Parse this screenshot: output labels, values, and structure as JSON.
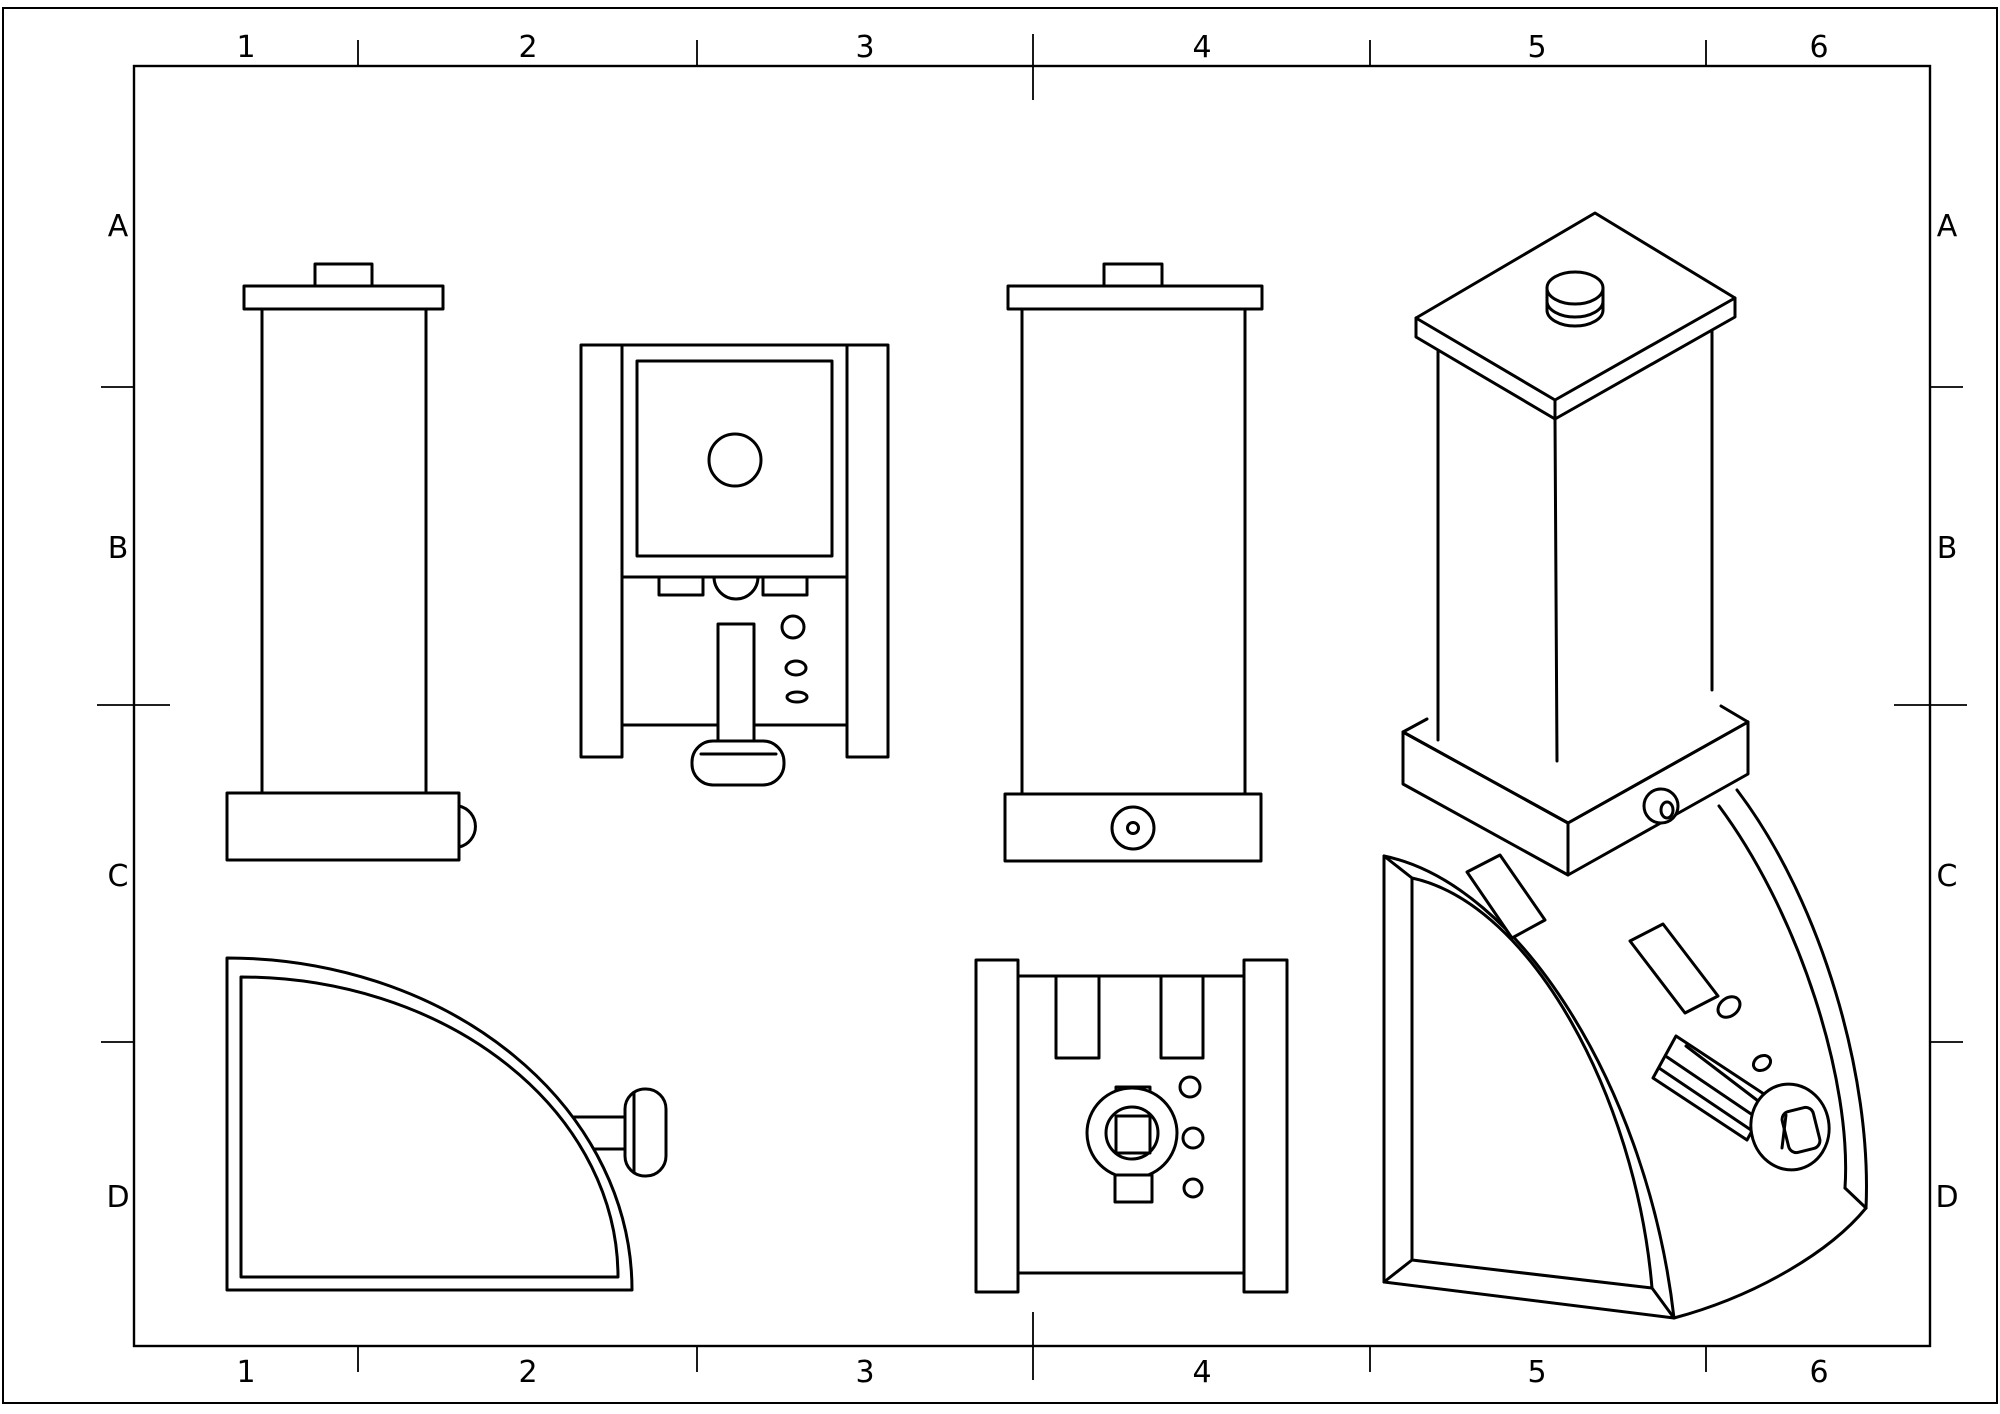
{
  "document": {
    "type": "engineering-drawing-sheet",
    "description": "Multi-view technical drawing of a column-on-curved-base machine part",
    "view_count": 6
  },
  "colors": {
    "background": "#ffffff",
    "line": "#000000"
  },
  "grid": {
    "top": [
      "1",
      "2",
      "3",
      "4",
      "5",
      "6"
    ],
    "bottom": [
      "1",
      "2",
      "3",
      "4",
      "5",
      "6"
    ],
    "left": [
      "A",
      "B",
      "C",
      "D"
    ],
    "right": [
      "A",
      "B",
      "C",
      "D"
    ]
  }
}
